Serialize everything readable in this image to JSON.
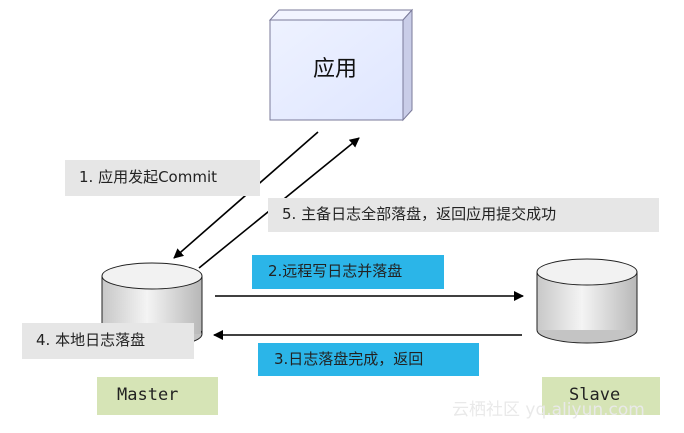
{
  "app": {
    "label": "应用",
    "fill": "#e8eeff"
  },
  "steps": {
    "step1": "1. 应用发起Commit",
    "step2": "2.远程写日志并落盘",
    "step3": "3.日志落盘完成，返回",
    "step4": "4. 本地日志落盘",
    "step5": "5. 主备日志全部落盘，返回应用提交成功"
  },
  "nodes": {
    "master": "Master",
    "slave": "Slave"
  },
  "watermark": "云栖社区 yq.aliyun.com",
  "colors": {
    "step_box_gray": "#e6e6e6",
    "step_box_blue": "#2bb5e8",
    "node_label_green": "#d6e4b6",
    "arrow": "#000000"
  }
}
